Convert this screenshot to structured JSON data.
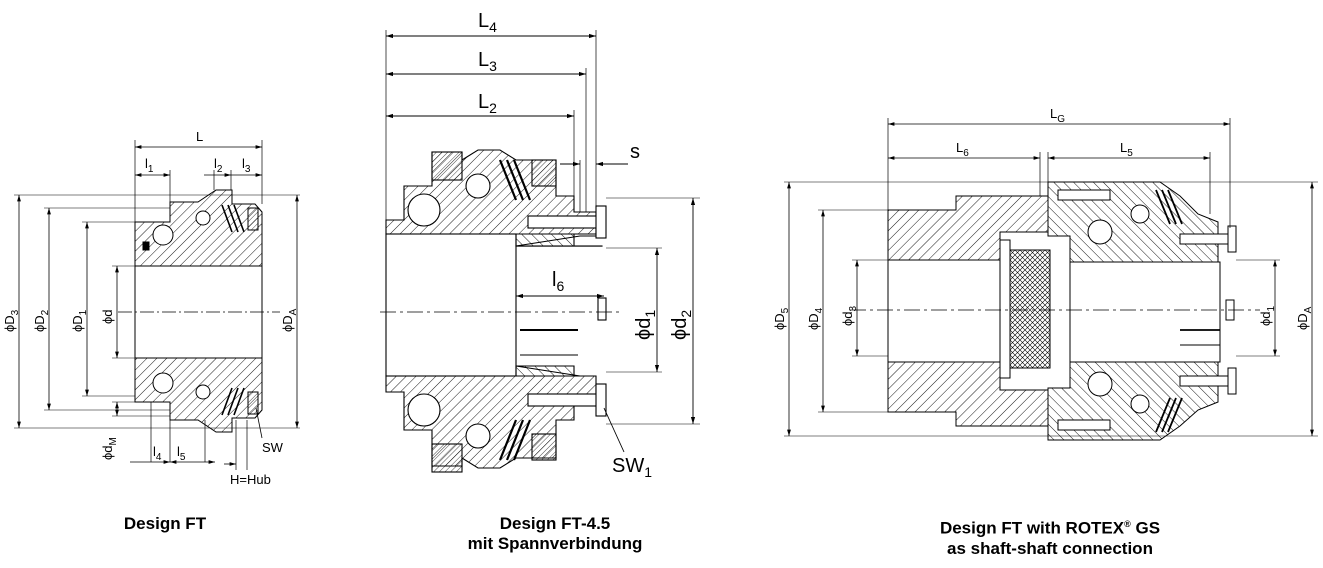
{
  "captions": {
    "ft": "Design FT",
    "ft45_line1": "Design FT-4.5",
    "ft45_line2": "mit Spannverbindung",
    "ftgs_line1_a": "Design FT with ROTEX",
    "ftgs_reg": "®",
    "ftgs_line1_b": " GS",
    "ftgs_line2": "as shaft-shaft connection"
  },
  "labels": {
    "ft": {
      "L": "L",
      "l1": "l",
      "l1_sub": "1",
      "l2": "l",
      "l2_sub": "2",
      "l3": "l",
      "l3_sub": "3",
      "l4": "l",
      "l4_sub": "4",
      "l5": "l",
      "l5_sub": "5",
      "D3": "ϕD",
      "D3_sub": "3",
      "D2": "ϕD",
      "D2_sub": "2",
      "D1": "ϕD",
      "D1_sub": "1",
      "d": "ϕd",
      "DA": "ϕD",
      "DA_sub": "A",
      "dM": "ϕd",
      "dM_sub": "M",
      "SW": "SW",
      "hub": "H=Hub"
    },
    "ft45": {
      "L4": "L",
      "L4_sub": "4",
      "L3": "L",
      "L3_sub": "3",
      "L2": "L",
      "L2_sub": "2",
      "s": "s",
      "l6": "l",
      "l6_sub": "6",
      "d1": "ϕd",
      "d1_sub": "1",
      "d2": "ϕd",
      "d2_sub": "2",
      "SW1": "SW",
      "SW1_sub": "1"
    },
    "ftgs": {
      "LG": "L",
      "LG_sub": "G",
      "L6": "L",
      "L6_sub": "6",
      "L5": "L",
      "L5_sub": "5",
      "D5": "ϕD",
      "D5_sub": "5",
      "D4": "ϕD",
      "D4_sub": "4",
      "d3": "ϕd",
      "d3_sub": "3",
      "d1": "ϕd",
      "d1_sub": "1",
      "DA": "ϕD",
      "DA_sub": "A"
    }
  }
}
